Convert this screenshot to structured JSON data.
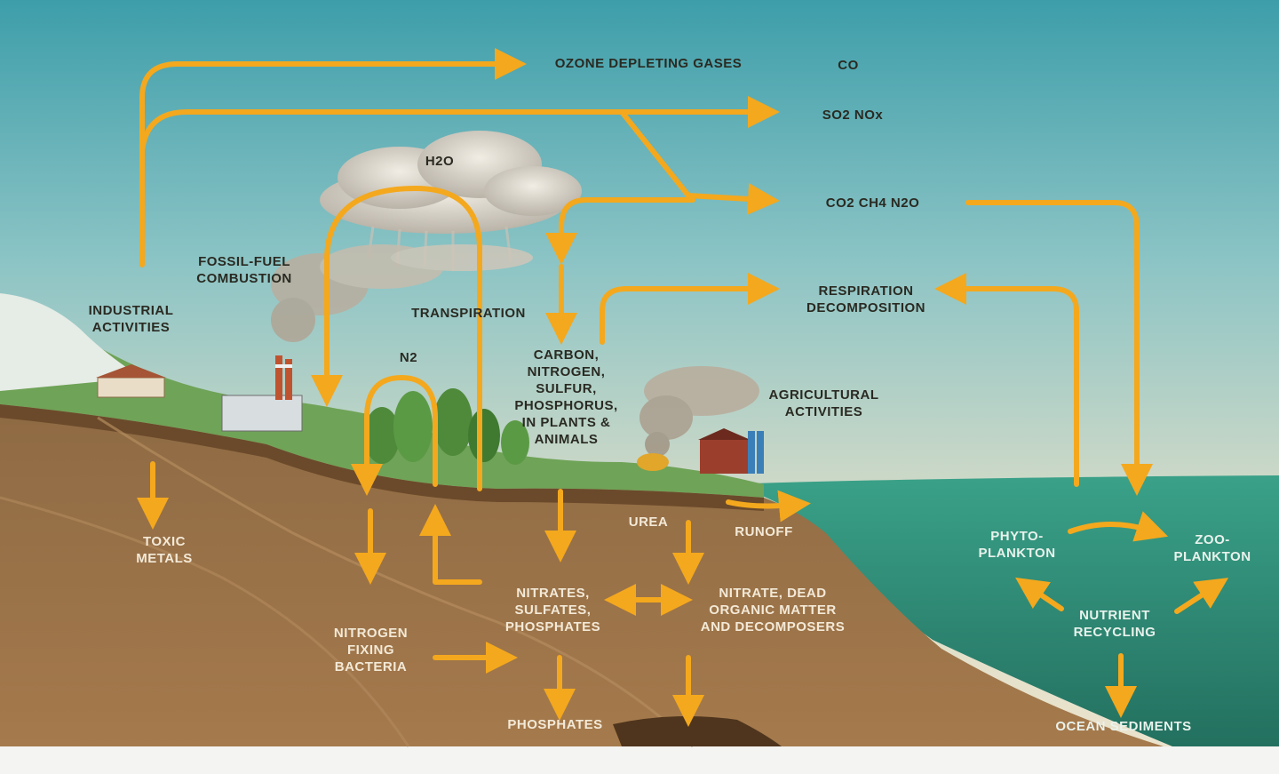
{
  "labels": {
    "ozone": "OZONE DEPLETING GASES",
    "co": "CO",
    "so2_nox": "SO2  NOx",
    "h2o_cloud": "H2O",
    "co2_ch4_n2o": "CO2   CH4   N2O",
    "fossil_fuel": "FOSSIL-FUEL\nCOMBUSTION",
    "industrial": "INDUSTRIAL\nACTIVITIES",
    "transpiration": "TRANSPIRATION",
    "respiration": "RESPIRATION\nDECOMPOSITION",
    "n2": "N2",
    "elements": "CARBON,\nNITROGEN,\nSULFUR,\nPHOSPHORUS,\nIN PLANTS &\nANIMALS",
    "agricultural": "AGRICULTURAL\nACTIVITIES",
    "toxic_metals": "TOXIC\nMETALS",
    "urea": "UREA",
    "runoff": "RUNOFF",
    "phytoplankton": "PHYTO-\nPLANKTON",
    "zooplankton": "ZOO-\nPLANKTON",
    "nitrates": "NITRATES,\nSULFATES,\nPHOSPHATES",
    "nitrate_dead": "NITRATE, DEAD\nORGANIC MATTER\nAND DECOMPOSERS",
    "nitrogen_fixing": "NITROGEN\nFIXING\nBACTERIA",
    "nutrient": "NUTRIENT\nRECYCLING",
    "phosphates": "PHOSPHATES",
    "ocean_sediments": "OCEAN SEDIMENTS"
  },
  "colors": {
    "arrow": "#f4a81d",
    "sky_top": "#3f9fab",
    "sky_bottom": "#e6e3cf",
    "grass": "#74a85a",
    "soil": "#9b7248",
    "soil_dark": "#7a5633",
    "ocean": "#2f8d78"
  }
}
